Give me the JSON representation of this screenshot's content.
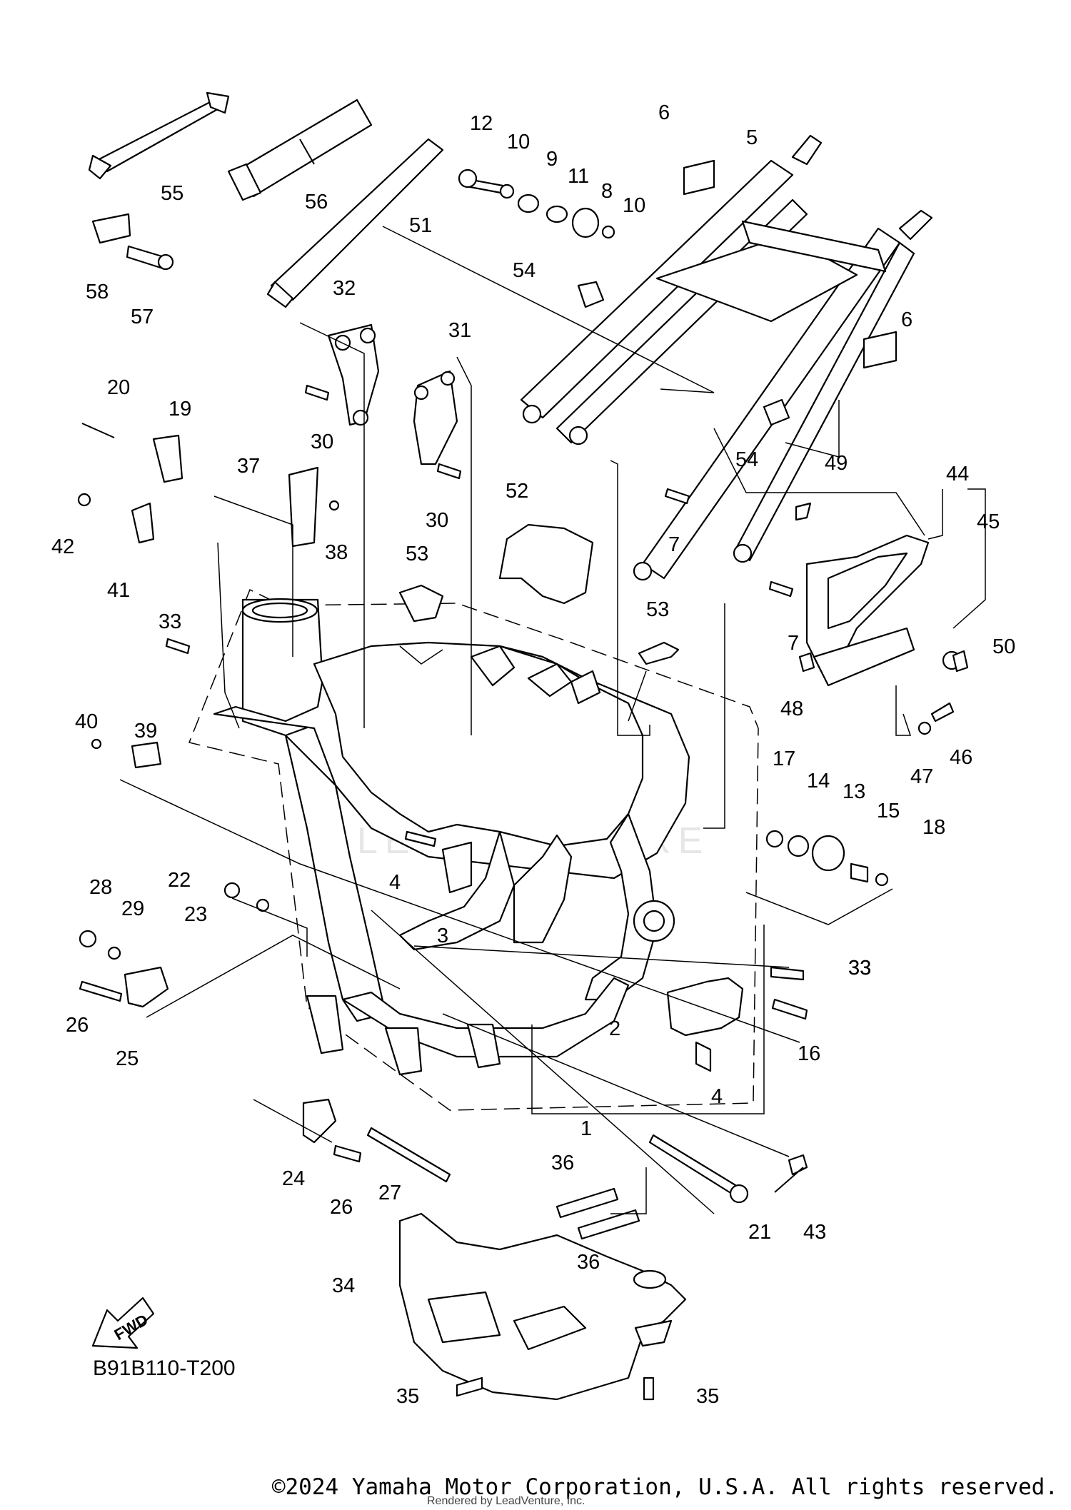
{
  "diagram": {
    "code": "B91B110-T200",
    "forward_label": "FWD",
    "watermark": "LEADVENTURE",
    "copyright": "©2024 Yamaha Motor Corporation, U.S.A. All rights reserved.",
    "rendered_by": "Rendered by LeadVenture, Inc.",
    "callouts": [
      "1",
      "2",
      "3",
      "4",
      "4",
      "5",
      "6",
      "6",
      "7",
      "7",
      "8",
      "9",
      "10",
      "10",
      "11",
      "12",
      "13",
      "14",
      "15",
      "16",
      "17",
      "18",
      "19",
      "20",
      "21",
      "22",
      "23",
      "24",
      "25",
      "26",
      "26",
      "27",
      "28",
      "29",
      "30",
      "30",
      "31",
      "32",
      "33",
      "33",
      "33",
      "34",
      "35",
      "35",
      "36",
      "36",
      "37",
      "38",
      "39",
      "40",
      "41",
      "42",
      "43",
      "44",
      "45",
      "46",
      "47",
      "48",
      "49",
      "50",
      "51",
      "52",
      "53",
      "53",
      "54",
      "54",
      "55",
      "56",
      "57",
      "58"
    ]
  }
}
